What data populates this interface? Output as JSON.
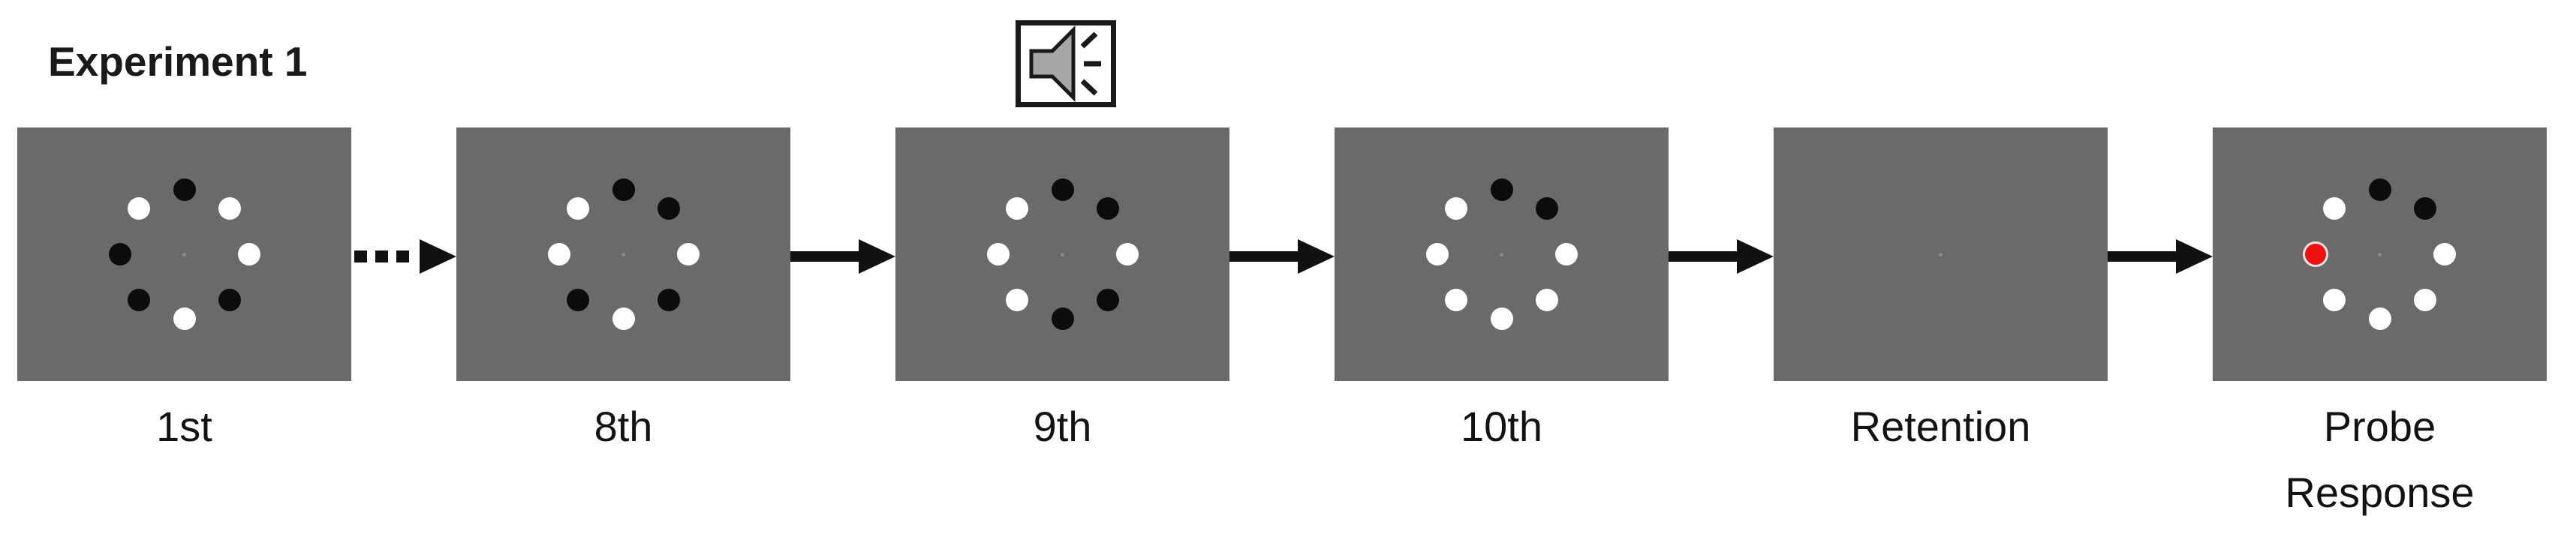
{
  "title": "Experiment 1",
  "icons": {
    "sound_cue": "speaker-icon"
  },
  "colors": {
    "panel_bg": "#6a6a6a",
    "dot_black": "#0c0c0c",
    "dot_white": "#ffffff",
    "probe_red": "#ee1111",
    "probe_ring": "#ffe3e3",
    "arrow": "#111111",
    "fixation": "#8f8f8f",
    "speaker_fill": "#a6a6a6",
    "speaker_outline": "#1a1a1a"
  },
  "panels": [
    {
      "label": "1st",
      "arrow_to_next": "dashed",
      "fixation": true,
      "dots": [
        {
          "angle": 0,
          "color": "black"
        },
        {
          "angle": 45,
          "color": "white"
        },
        {
          "angle": 90,
          "color": "white"
        },
        {
          "angle": 135,
          "color": "black"
        },
        {
          "angle": 180,
          "color": "white"
        },
        {
          "angle": 225,
          "color": "black"
        },
        {
          "angle": 270,
          "color": "black"
        },
        {
          "angle": 315,
          "color": "white"
        }
      ]
    },
    {
      "label": "8th",
      "arrow_to_next": "solid",
      "fixation": true,
      "dots": [
        {
          "angle": 0,
          "color": "black"
        },
        {
          "angle": 45,
          "color": "black"
        },
        {
          "angle": 90,
          "color": "white"
        },
        {
          "angle": 135,
          "color": "black"
        },
        {
          "angle": 180,
          "color": "white"
        },
        {
          "angle": 225,
          "color": "black"
        },
        {
          "angle": 270,
          "color": "white"
        },
        {
          "angle": 315,
          "color": "white"
        }
      ]
    },
    {
      "label": "9th",
      "arrow_to_next": "solid",
      "sound_cue": true,
      "fixation": true,
      "dots": [
        {
          "angle": 0,
          "color": "black"
        },
        {
          "angle": 45,
          "color": "black"
        },
        {
          "angle": 90,
          "color": "white"
        },
        {
          "angle": 135,
          "color": "black"
        },
        {
          "angle": 180,
          "color": "black"
        },
        {
          "angle": 225,
          "color": "white"
        },
        {
          "angle": 270,
          "color": "white"
        },
        {
          "angle": 315,
          "color": "white"
        }
      ]
    },
    {
      "label": "10th",
      "arrow_to_next": "solid",
      "fixation": true,
      "dots": [
        {
          "angle": 0,
          "color": "black"
        },
        {
          "angle": 45,
          "color": "black"
        },
        {
          "angle": 90,
          "color": "white"
        },
        {
          "angle": 135,
          "color": "white"
        },
        {
          "angle": 180,
          "color": "white"
        },
        {
          "angle": 225,
          "color": "white"
        },
        {
          "angle": 270,
          "color": "white"
        },
        {
          "angle": 315,
          "color": "white"
        }
      ]
    },
    {
      "label": "Retention",
      "arrow_to_next": "solid",
      "fixation": true,
      "dots": []
    },
    {
      "label": "Probe\nResponse",
      "arrow_to_next": null,
      "fixation": true,
      "dots": [
        {
          "angle": 0,
          "color": "black"
        },
        {
          "angle": 45,
          "color": "black"
        },
        {
          "angle": 90,
          "color": "white"
        },
        {
          "angle": 135,
          "color": "white"
        },
        {
          "angle": 180,
          "color": "white"
        },
        {
          "angle": 225,
          "color": "white"
        },
        {
          "angle": 270,
          "color": "red"
        },
        {
          "angle": 315,
          "color": "white"
        }
      ]
    }
  ]
}
